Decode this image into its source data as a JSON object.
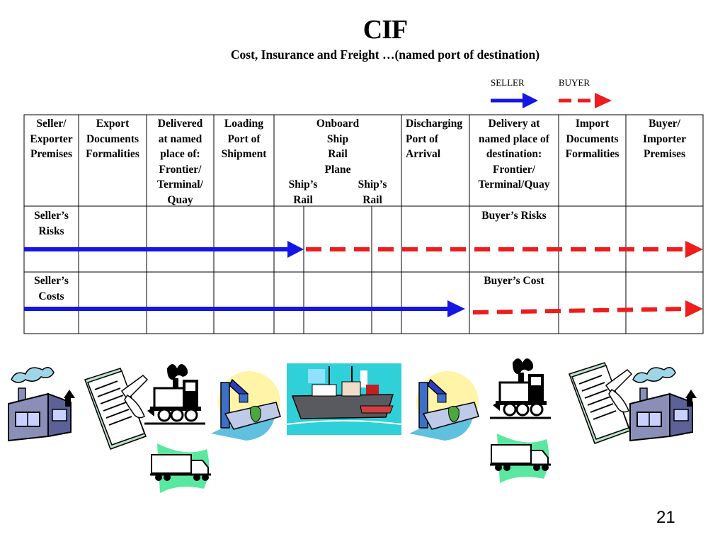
{
  "title": "CIF",
  "subtitle": "Cost, Insurance and Freight …(named port of destination)",
  "legend": {
    "seller": {
      "label": "SELLER",
      "color": "#1515e6"
    },
    "buyer": {
      "label": "BUYER",
      "color": "#ee1c1c"
    }
  },
  "columns": [
    {
      "lines": [
        "Seller/",
        "Exporter",
        "Premises"
      ]
    },
    {
      "lines": [
        "Export",
        "Documents",
        "Formalities"
      ]
    },
    {
      "lines": [
        "Delivered",
        "at named",
        "place of:",
        "Frontier/",
        "Terminal/",
        "Quay"
      ]
    },
    {
      "lines": [
        "Loading",
        "Port of",
        "Shipment"
      ]
    },
    {
      "lines": [
        "Onboard",
        "Ship",
        "Rail",
        "Plane"
      ]
    },
    {
      "lines": [
        "Discharging",
        "Port of",
        "Arrival"
      ]
    },
    {
      "lines": [
        "Delivery at",
        "named place of",
        "destination:",
        "Frontier/",
        "Terminal/Quay"
      ]
    },
    {
      "lines": [
        "Import",
        "Documents",
        "Formalities"
      ]
    },
    {
      "lines": [
        "Buyer/",
        "Importer",
        "Premises"
      ]
    }
  ],
  "ships_rail_left": [
    "Ship’s",
    "Rail"
  ],
  "ships_rail_right": [
    "Ship’s",
    "Rail"
  ],
  "rows": {
    "risks": {
      "seller_label": [
        "Seller’s",
        "Risks"
      ],
      "buyer_label": "Buyer’s Risks"
    },
    "costs": {
      "seller_label": [
        "Seller’s",
        "Costs"
      ],
      "buyer_label": "Buyer’s Cost"
    }
  },
  "page_number": "21"
}
